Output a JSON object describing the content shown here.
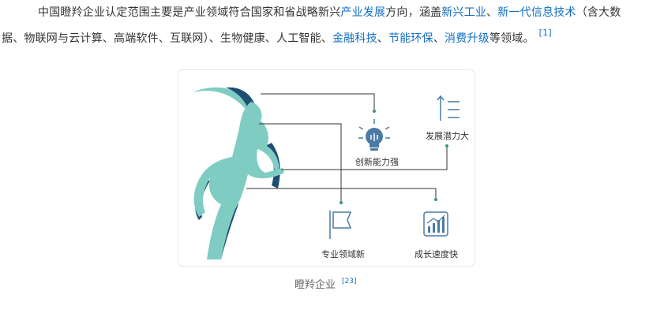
{
  "paragraph": {
    "t1": "中国瞪羚企业认定范围主要是产业领域符合国家和省战略新兴",
    "link1": "产业发展",
    "t2": "方向，涵盖",
    "link2": "新兴工业",
    "t3": "、",
    "link3": "新一代信息技术",
    "t4": "（含大数据、物联网与云计算、高端软件、互联网）、生物健康、人工智能、",
    "link4": "金融科技",
    "t5": "、",
    "link5": "节能环保",
    "t6": "、",
    "link6": "消费升级",
    "t7": "等领域。",
    "cite": "[1]"
  },
  "figure": {
    "labels": {
      "innovation": "创新能力强",
      "potential": "发展潜力大",
      "specialized": "专业领域新",
      "growth": "成长速度快"
    },
    "icons": [
      "lightbulb-icon",
      "growth-arrow-icon",
      "flag-icon",
      "bar-chart-icon"
    ],
    "colors": {
      "teal": "#7fcdc2",
      "navy": "#1e4f72",
      "line": "#333333",
      "dot": "#2e9e6a",
      "icon": "#4a7ba7"
    }
  },
  "caption": {
    "text": "瞪羚企业",
    "cite": "[23]"
  }
}
